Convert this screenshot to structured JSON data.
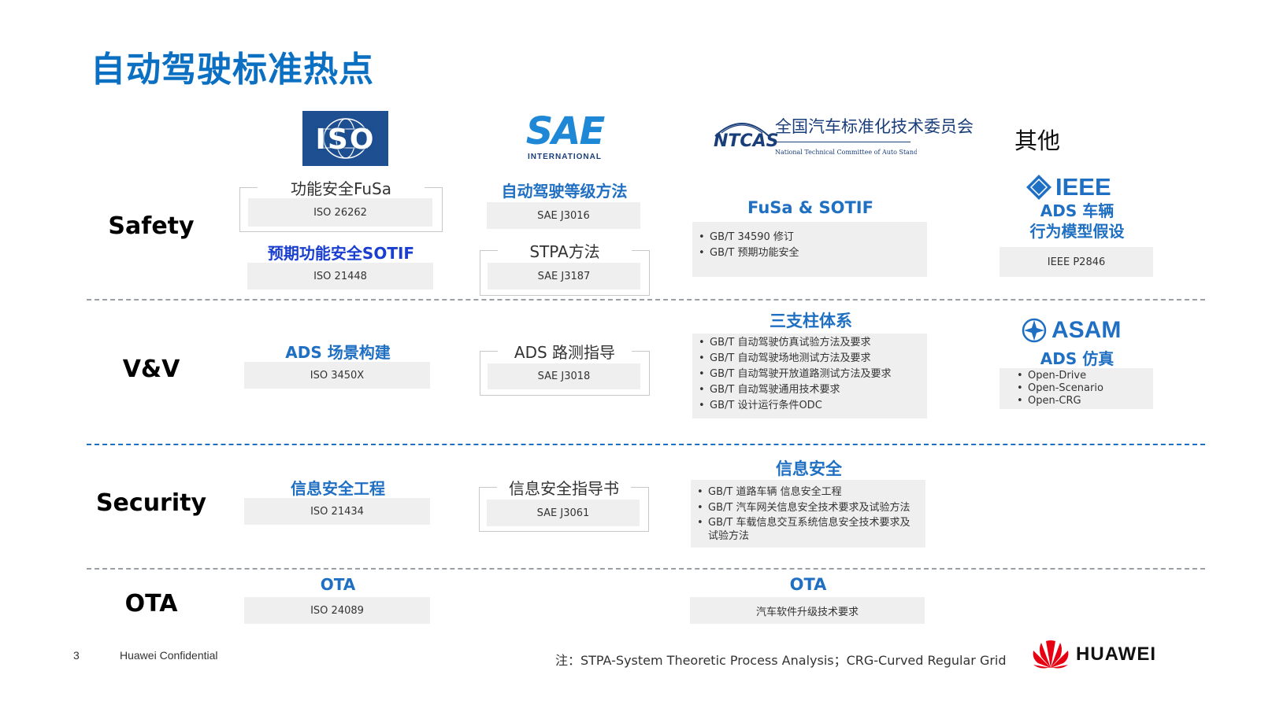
{
  "title": "自动驾驶标准热点",
  "rows": {
    "safety": "Safety",
    "vv": "V&V",
    "security": "Security",
    "ota": "OTA"
  },
  "logos": {
    "iso": "ISO",
    "sae_main": "SAE",
    "sae_sub": "INTERNATIONAL",
    "ntcas_mark": "NTCAS",
    "ntcas_cn": "全国汽车标准化技术委员会",
    "ntcas_en": "National Technical Committee of Auto Standardization",
    "other": "其他",
    "ieee": "IEEE",
    "asam": "ASAM"
  },
  "iso": {
    "fusa_title": "功能安全FuSa",
    "fusa_std": "ISO 26262",
    "sotif_title": "预期功能安全SOTIF",
    "sotif_std": "ISO 21448",
    "scenario_title": "ADS 场景构建",
    "scenario_std": "ISO 3450X",
    "cyber_title": "信息安全工程",
    "cyber_std": "ISO 21434",
    "ota_title": "OTA",
    "ota_std": "ISO 24089"
  },
  "sae": {
    "levels_title": "自动驾驶等级方法",
    "levels_std": "SAE J3016",
    "stpa_title": "STPA方法",
    "stpa_std": "SAE J3187",
    "road_title": "ADS 路测指导",
    "road_std": "SAE J3018",
    "cyber_title": "信息安全指导书",
    "cyber_std": "SAE J3061"
  },
  "ntcas": {
    "fusa_title": "FuSa & SOTIF",
    "fusa_items": [
      "GB/T 34590 修订",
      "GB/T 预期功能安全"
    ],
    "pillar_title": "三支柱体系",
    "pillar_items": [
      "GB/T 自动驾驶仿真试验方法及要求",
      "GB/T 自动驾驶场地测试方法及要求",
      "GB/T 自动驾驶开放道路测试方法及要求",
      "GB/T 自动驾驶通用技术要求",
      "GB/T 设计运行条件ODC"
    ],
    "cyber_title": "信息安全",
    "cyber_items": [
      "GB/T 道路车辆 信息安全工程",
      "GB/T 汽车网关信息安全技术要求及试验方法",
      "GB/T 车载信息交互系统信息安全技术要求及试验方法"
    ],
    "ota_title": "OTA",
    "ota_std": "汽车软件升级技术要求"
  },
  "other": {
    "ieee_title_1": "ADS 车辆",
    "ieee_title_2": "行为模型假设",
    "ieee_std": "IEEE P2846",
    "asam_title": "ADS 仿真",
    "asam_items": [
      "Open-Drive",
      "Open-Scenario",
      "Open-CRG"
    ]
  },
  "footer": {
    "page": "3",
    "confidential": "Huawei Confidential",
    "note": "注：STPA-System Theoretic Process Analysis；CRG-Curved Regular Grid",
    "brand": "HUAWEI"
  },
  "colors": {
    "accent": "#1f6fc2",
    "title": "#0b6fc2",
    "iso_bg": "#1d4f91",
    "sae_blue": "#1e88d6",
    "huawei_red": "#e60012"
  }
}
